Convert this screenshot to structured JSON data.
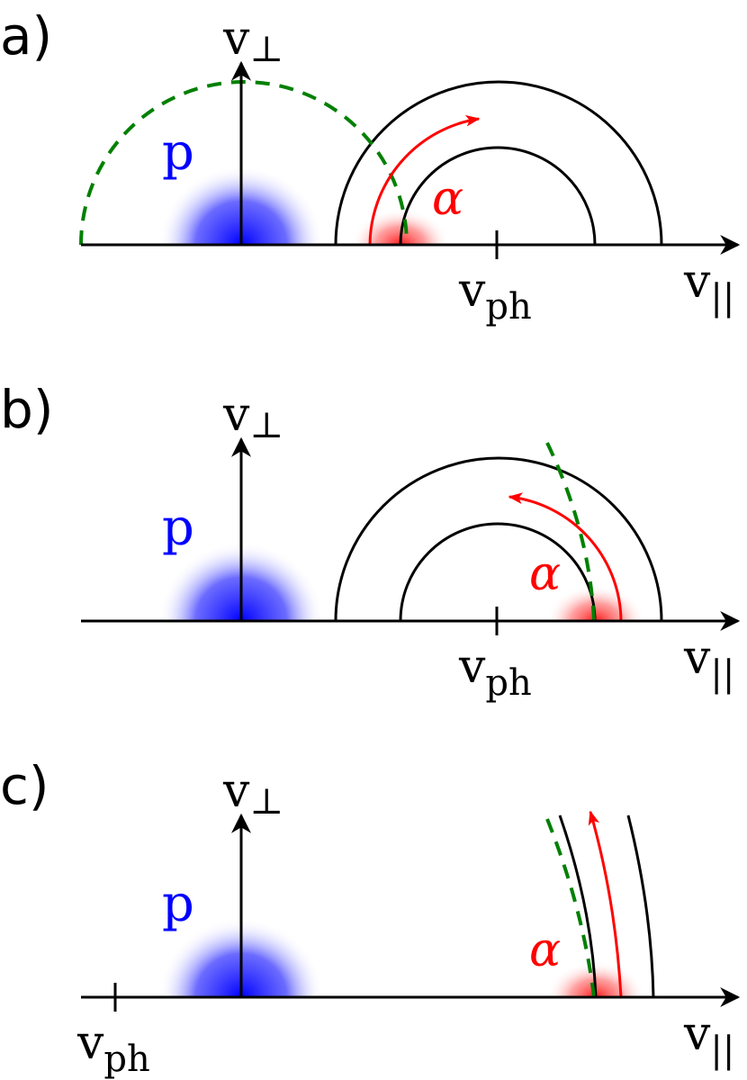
{
  "panels": [
    {
      "label": "a)",
      "v_perp": "v",
      "v_perp_sub": "⊥",
      "v_par": "v",
      "v_par_sub": "||",
      "v_ph": "v",
      "v_ph_sub": "ph",
      "species_p": "p",
      "species_alpha": "α"
    },
    {
      "label": "b)",
      "v_perp": "v",
      "v_perp_sub": "⊥",
      "v_par": "v",
      "v_par_sub": "||",
      "v_ph": "v",
      "v_ph_sub": "ph",
      "species_p": "p",
      "species_alpha": "α"
    },
    {
      "label": "c)",
      "v_perp": "v",
      "v_perp_sub": "⊥",
      "v_par": "v",
      "v_par_sub": "||",
      "v_ph": "v",
      "v_ph_sub": "ph",
      "species_p": "p",
      "species_alpha": "α"
    }
  ],
  "colors": {
    "axis": "#000000",
    "proton": "#0000ff",
    "alpha": "#ff0000",
    "resonance": "#008000"
  }
}
